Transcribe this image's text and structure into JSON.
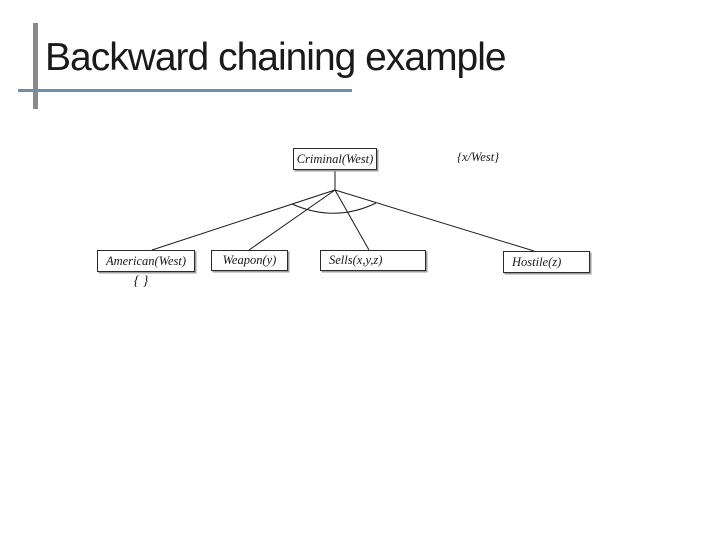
{
  "slide": {
    "title": "Backward chaining example"
  },
  "diagram": {
    "root_label": "Criminal(West)",
    "substitution_label": "{x/West}",
    "nodes": [
      {
        "label": "American(West)"
      },
      {
        "label": "Weapon(y)"
      },
      {
        "label": "Sells(x,y,z)"
      },
      {
        "label": "Hostile(z)"
      }
    ],
    "american_annotation": "{ }"
  },
  "colors": {
    "title_text": "#1a1a1a",
    "accent_underline": "#6e8fae",
    "accent_bar": "#8a8a8a",
    "diagram_stroke": "#1a1a1a",
    "node_shadow": "#9e9e9e",
    "background": "#ffffff"
  }
}
